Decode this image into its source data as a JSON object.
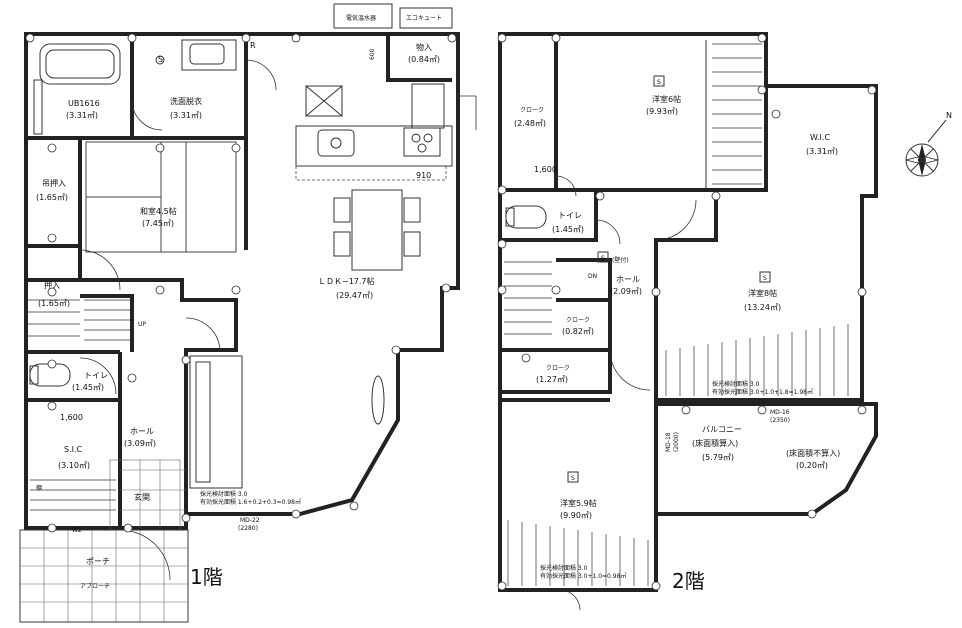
{
  "floor1": {
    "title": "1階",
    "rooms": {
      "bath": {
        "name": "UB1616",
        "area": "(3.31㎡)"
      },
      "washroom": {
        "name": "洗面脱衣",
        "area": "(3.31㎡)"
      },
      "storage_top": {
        "name": "物入",
        "area": "(0.84㎡)"
      },
      "meter": {
        "name": "電気温水器"
      },
      "shoe_label": {
        "name": "エコキュート"
      },
      "closet_upper": {
        "name": "吊押入",
        "area": "(1.65㎡)"
      },
      "washitsu": {
        "name": "和室4.5帖",
        "area": "(7.45㎡)"
      },
      "oshiire": {
        "name": "押入",
        "area": "(1.65㎡)"
      },
      "ldk": {
        "name": "ＬＤＫ−17.7帖",
        "area": "(29.47㎡)"
      },
      "toilet": {
        "name": "トイレ",
        "area": "(1.45㎡)"
      },
      "hall": {
        "name": "ホール",
        "area": "(3.09㎡)"
      },
      "sic": {
        "name": "S.I.C",
        "area": "(3.10㎡)"
      },
      "genkan": {
        "name": "玄関"
      },
      "porch": {
        "name": "ポーチ"
      }
    },
    "labels": {
      "dim_600": "600",
      "dim_910": "910",
      "dim_1600": "1,600",
      "up": "UP",
      "r": "R",
      "s": "S",
      "board": "棚",
      "w2": "W2",
      "approach": "アプローチ",
      "note1": "採光検討面積 3.0",
      "note2": "有効採光面積 1.6+0.2+0.3=0.98㎡",
      "note3": "MD-22",
      "note4": "(2280)"
    }
  },
  "floor2": {
    "title": "2階",
    "rooms": {
      "bed6": {
        "name": "洋室6帖",
        "area": "(9.93㎡)"
      },
      "closet1": {
        "name": "クローク",
        "area": "(2.48㎡)"
      },
      "wic": {
        "name": "W.I.C",
        "area": "(3.31㎡)"
      },
      "toilet2": {
        "name": "トイレ",
        "area": "(1.45㎡)"
      },
      "wallstorage": {
        "name": "(壁付)"
      },
      "hall2": {
        "name": "ホール",
        "area": "(2.09㎡)"
      },
      "bed8": {
        "name": "洋室8帖",
        "area": "(13.24㎡)"
      },
      "closet2": {
        "name": "クローク",
        "area": "(0.82㎡)"
      },
      "closet3": {
        "name": "クローク",
        "area": "(1.27㎡)"
      },
      "bed59": {
        "name": "洋室5.9帖",
        "area": "(9.90㎡)"
      },
      "balcony": {
        "name": "バルコニー",
        "sub": "(床面積算入)",
        "area": "(5.79㎡)"
      },
      "balcony_ex": {
        "name": "(床面積不算入)",
        "area": "(0.20㎡)"
      }
    },
    "labels": {
      "dim_1600": "1,600",
      "s": "S",
      "dn": "DN",
      "note1": "採光検討面積 3.0",
      "note2": "有効採光面積 3.0+1.0+1.8=1.98㎡",
      "note3": "採光検討面積 3.0",
      "note4": "有効採光面積 3.0+1.0=0.98㎡",
      "note5": "MD-16",
      "note6": "(2350)",
      "note7": "MD-18",
      "note8": "(2000)"
    }
  },
  "compass": {
    "label": "N",
    "icon": "north-arrow-icon"
  }
}
